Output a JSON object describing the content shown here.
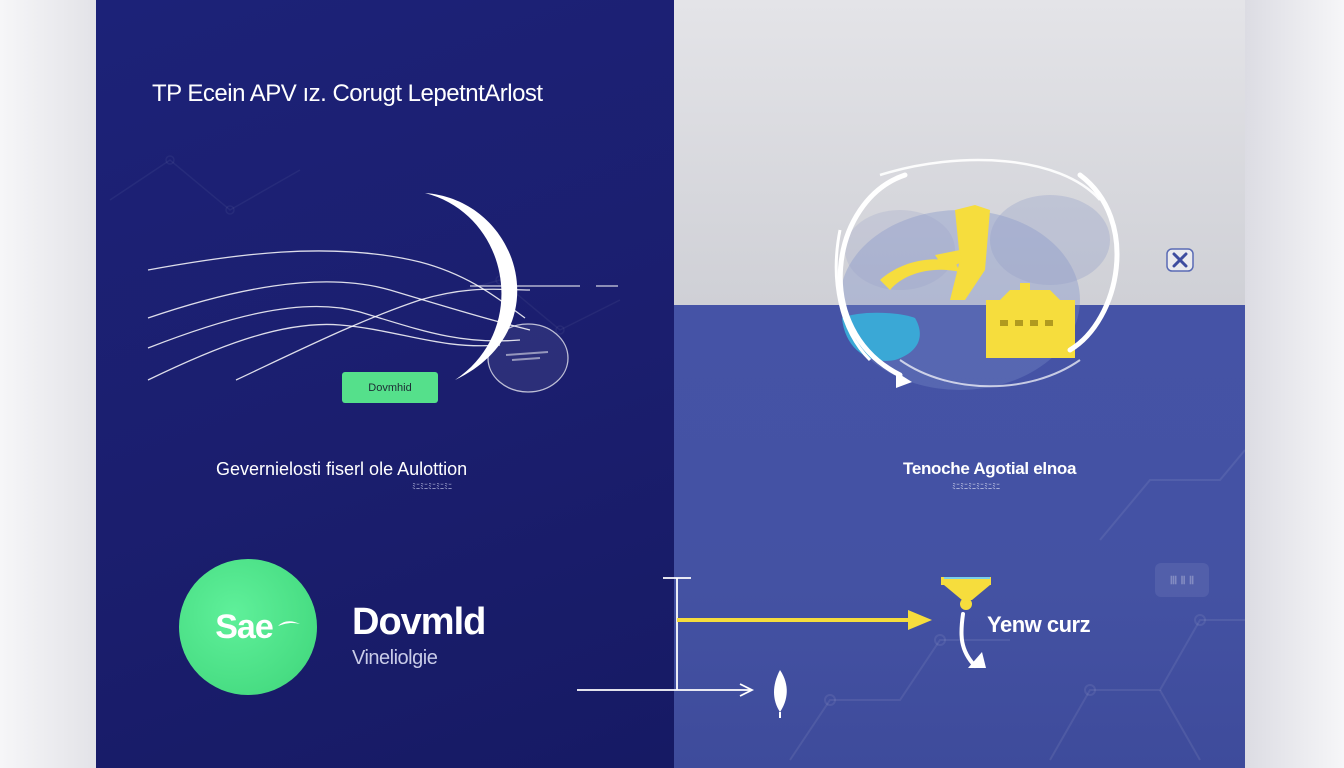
{
  "header": {
    "title": "TP Ecein APV   ız. Corugt LepetntArlost"
  },
  "left": {
    "button_label": "Dovmhid",
    "feature_title": "Gevernielosti fiserl ole Aulottion",
    "feature_sub": "ﾐﾆﾐﾆﾐﾆﾐﾆﾐﾆ"
  },
  "right": {
    "feature_title": "Tenoche Agotial elnoa",
    "feature_sub": "ﾐﾆﾐﾆﾐﾆﾐﾆﾐﾆﾐﾆ",
    "caption": "Yenw curz",
    "badge": "Ⅲ Ⅱ Ⅱ"
  },
  "brand": {
    "logo_text": "Sae",
    "name": "Dovmld",
    "tagline": "Vineliolgie"
  },
  "icons": {
    "close": "close-icon",
    "excavator": "excavator-icon",
    "arc": "circular-arrow-icon"
  },
  "colors": {
    "left_panel": "#1b1e6e",
    "right_panel_bottom": "#4452a3",
    "right_panel_top": "#d8d8dd",
    "accent_green": "#55e08b",
    "accent_yellow": "#f6dd3d"
  }
}
